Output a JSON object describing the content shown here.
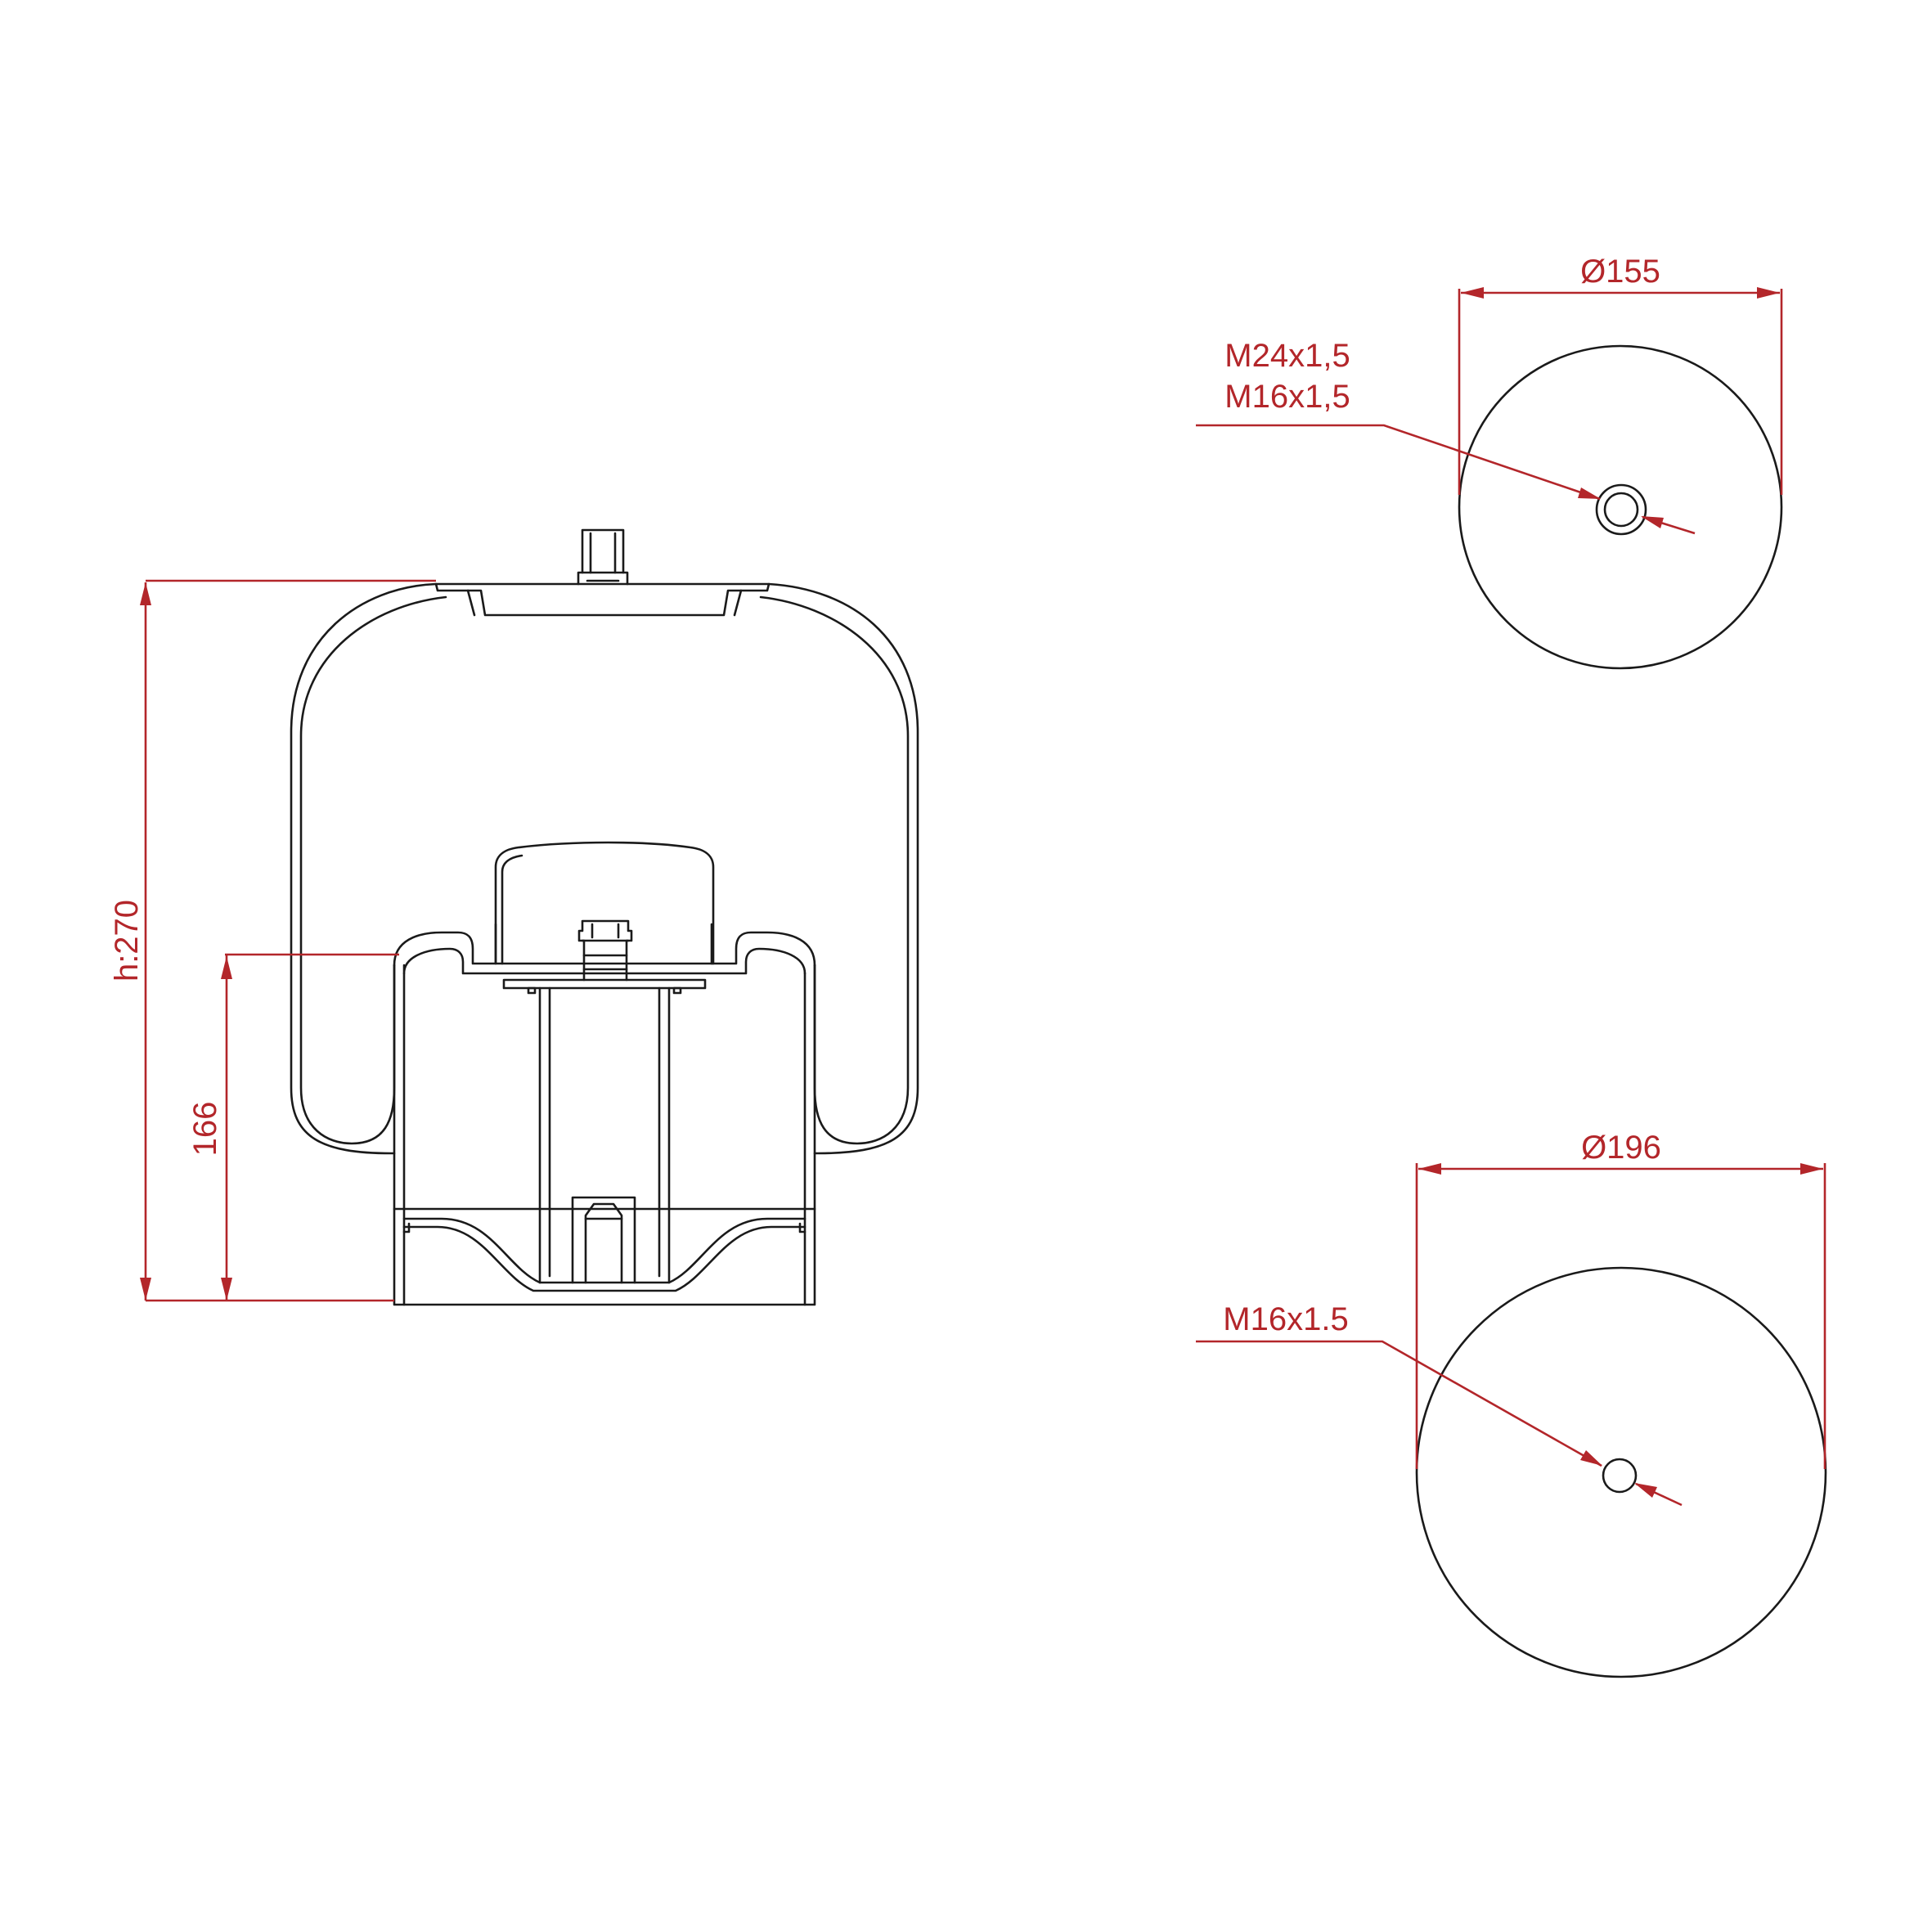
{
  "colors": {
    "part_outline": "#1a1a1a",
    "dimension": "#b3262a",
    "background": "#ffffff"
  },
  "side_view": {
    "height_label": "h:270",
    "piston_height_label": "166"
  },
  "top_view": {
    "diameter_label": "Ø155",
    "thread_label_1": "M24x1,5",
    "thread_label_2": "M16x1,5"
  },
  "bottom_view": {
    "diameter_label": "Ø196",
    "thread_label": "M16x1.5"
  }
}
